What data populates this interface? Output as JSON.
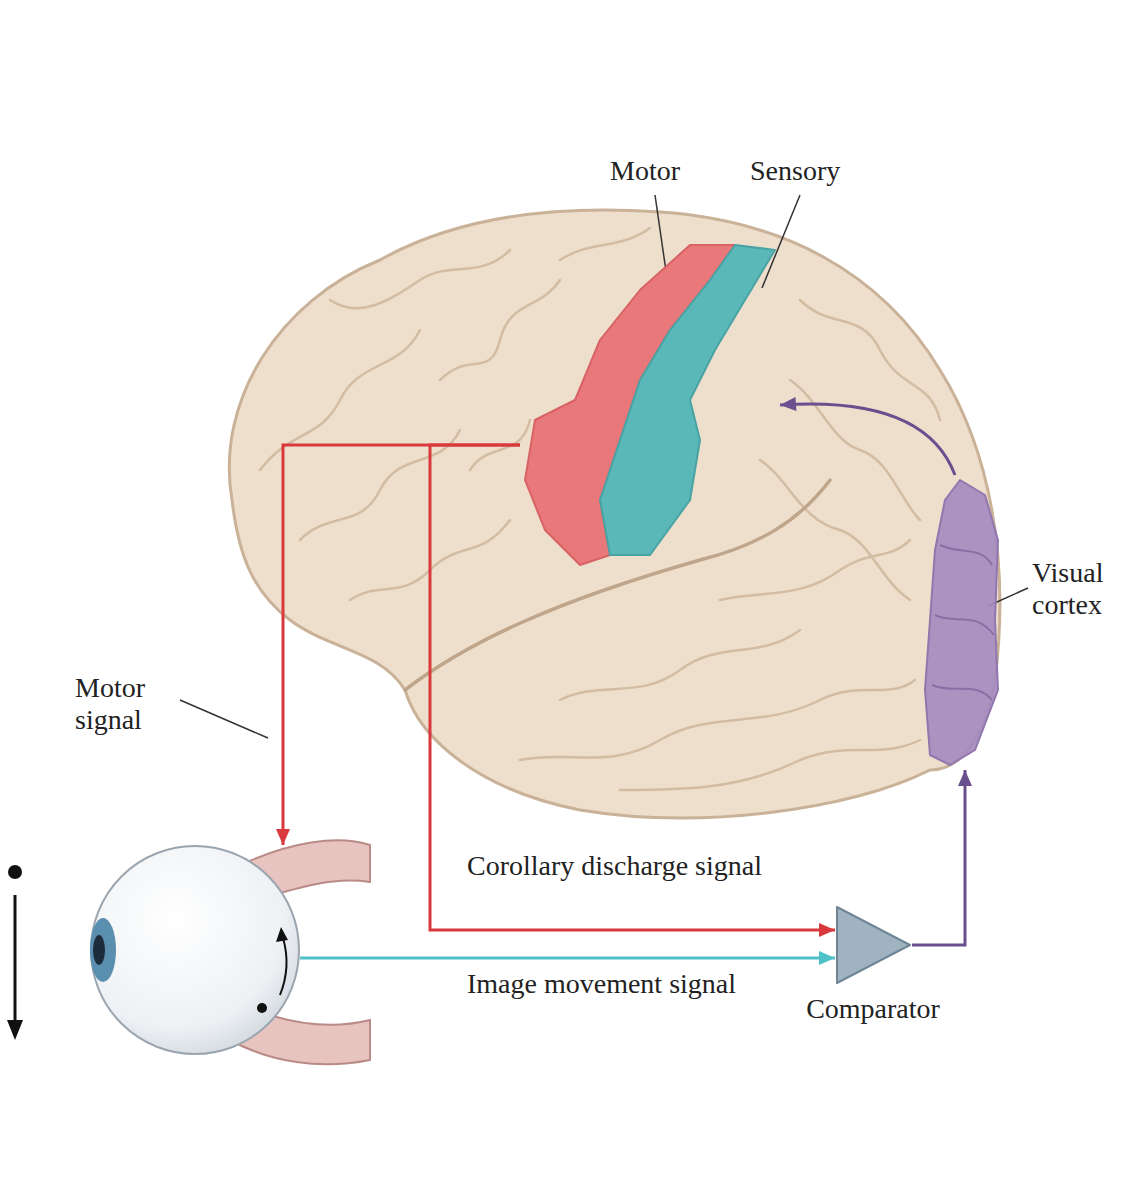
{
  "diagram": {
    "nodes": [
      {
        "text": [
          "Motor"
        ]
      },
      {
        "text": [
          "Sensory"
        ]
      },
      {
        "text": [
          "Visual cortex"
        ]
      },
      {
        "text": []
      },
      {
        "text": [
          "Comparator"
        ]
      }
    ],
    "edges": [
      {
        "from": 0,
        "to": 3,
        "arrow": "to",
        "label": "Motor signal"
      },
      {
        "from": 0,
        "to": 4,
        "arrow": "to",
        "label": "Corollary discharge signal"
      },
      {
        "from": 3,
        "to": 4,
        "arrow": "to",
        "label": "Image movement signal"
      },
      {
        "from": 4,
        "to": 2,
        "arrow": "to"
      },
      {
        "from": 2,
        "to": 1,
        "arrow": "to"
      }
    ]
  }
}
